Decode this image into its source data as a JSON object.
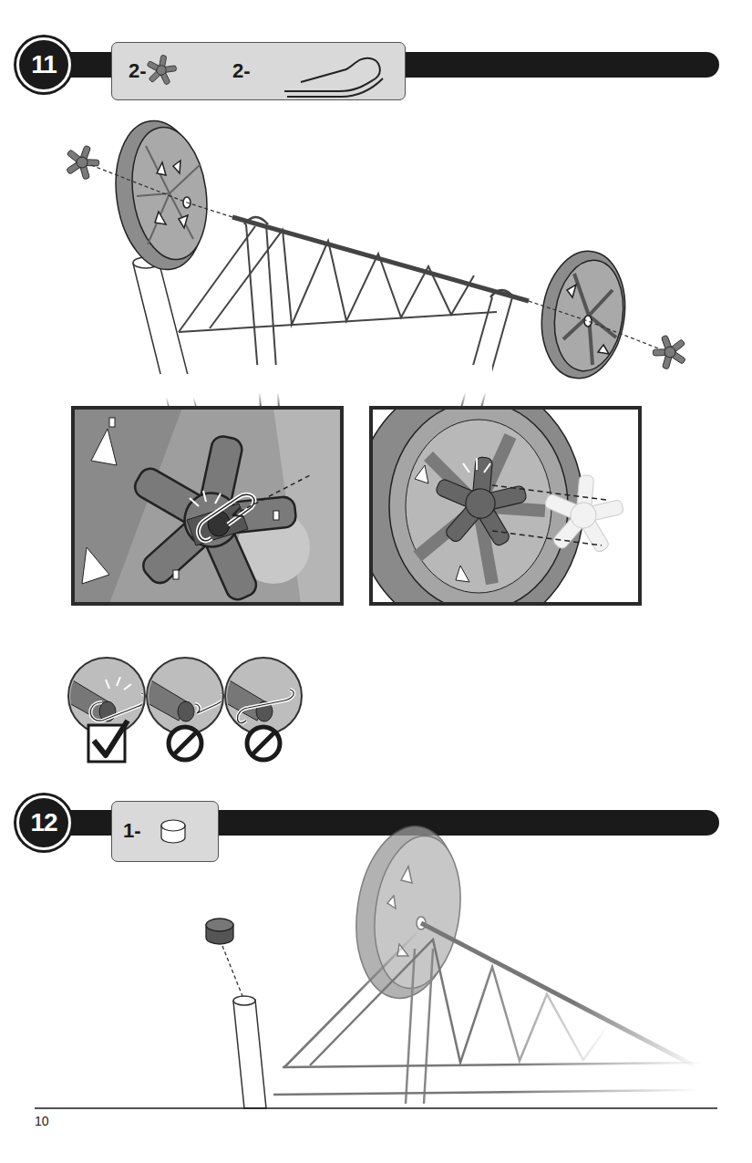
{
  "diagram": {
    "nodes": [
      {
        "text": [
          "11"
        ]
      },
      {
        "text": [
          "2-",
          "2-"
        ]
      },
      {
        "text": [
          "12"
        ]
      },
      {
        "text": [
          "1-"
        ]
      }
    ],
    "labels": [
      "10"
    ]
  }
}
